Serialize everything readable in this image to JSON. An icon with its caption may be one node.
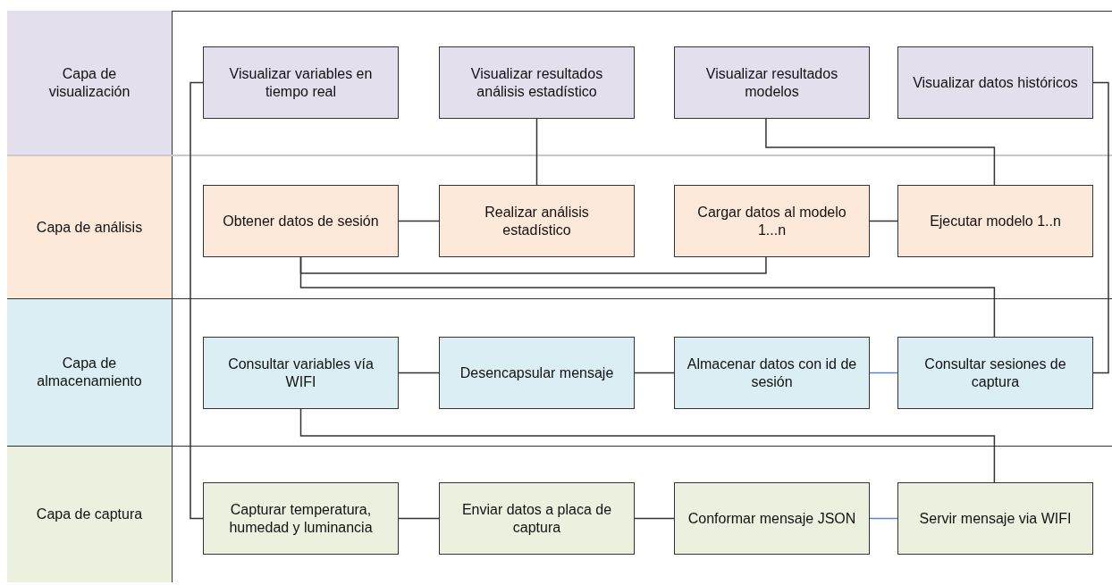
{
  "diagram": {
    "nodes": [
      {
        "text": [
          "Capa de visualización"
        ]
      },
      {
        "text": [
          "Visualizar variables en tiempo real"
        ],
        "in": 0
      },
      {
        "text": [
          "Visualizar resultados análisis estadístico"
        ],
        "in": 0
      },
      {
        "text": [
          "Visualizar resultados modelos"
        ],
        "in": 0
      },
      {
        "text": [
          "Visualizar datos históricos"
        ],
        "in": 0
      },
      {
        "text": [
          "Capa de análisis"
        ]
      },
      {
        "text": [
          "Obtener datos de sesión"
        ],
        "in": 5
      },
      {
        "text": [
          "Realizar análisis estadístico"
        ],
        "in": 5
      },
      {
        "text": [
          "Cargar datos al modelo 1...n"
        ],
        "in": 5
      },
      {
        "text": [
          "Ejecutar modelo 1..n"
        ],
        "in": 5
      },
      {
        "text": [
          "Capa de almacenamiento"
        ]
      },
      {
        "text": [
          "Consultar variables vía WIFI"
        ],
        "in": 10
      },
      {
        "text": [
          "Desencapsular mensaje"
        ],
        "in": 10
      },
      {
        "text": [
          "Almacenar datos con id de sesión"
        ],
        "in": 10
      },
      {
        "text": [
          "Consultar sesiones de captura"
        ],
        "in": 10
      },
      {
        "text": [
          "Capa de captura"
        ]
      },
      {
        "text": [
          "Capturar temperatura, humedad y luminancia"
        ],
        "in": 15
      },
      {
        "text": [
          "Enviar datos a placa de captura"
        ],
        "in": 15
      },
      {
        "text": [
          "Conformar mensaje JSON"
        ],
        "in": 15
      },
      {
        "text": [
          "Servir mensaje via WIFI"
        ],
        "in": 15
      }
    ],
    "edges": [
      {
        "from": 1,
        "to": 16,
        "arrow": "none"
      },
      {
        "from": 2,
        "to": 7,
        "arrow": "none"
      },
      {
        "from": 3,
        "to": 9,
        "arrow": "none"
      },
      {
        "from": 4,
        "to": 14,
        "arrow": "none"
      },
      {
        "from": 6,
        "to": 7,
        "arrow": "none"
      },
      {
        "from": 8,
        "to": 9,
        "arrow": "none"
      },
      {
        "from": 6,
        "to": 8,
        "arrow": "none"
      },
      {
        "from": 6,
        "to": 14,
        "arrow": "none"
      },
      {
        "from": 11,
        "to": 12,
        "arrow": "none"
      },
      {
        "from": 12,
        "to": 13,
        "arrow": "none"
      },
      {
        "from": 13,
        "to": 14,
        "arrow": "none",
        "color": "#5b84c4"
      },
      {
        "from": 11,
        "to": 19,
        "arrow": "none"
      },
      {
        "from": 16,
        "to": 17,
        "arrow": "none"
      },
      {
        "from": 17,
        "to": 18,
        "arrow": "none"
      },
      {
        "from": 18,
        "to": 19,
        "arrow": "none",
        "color": "#5b84c4"
      }
    ]
  }
}
